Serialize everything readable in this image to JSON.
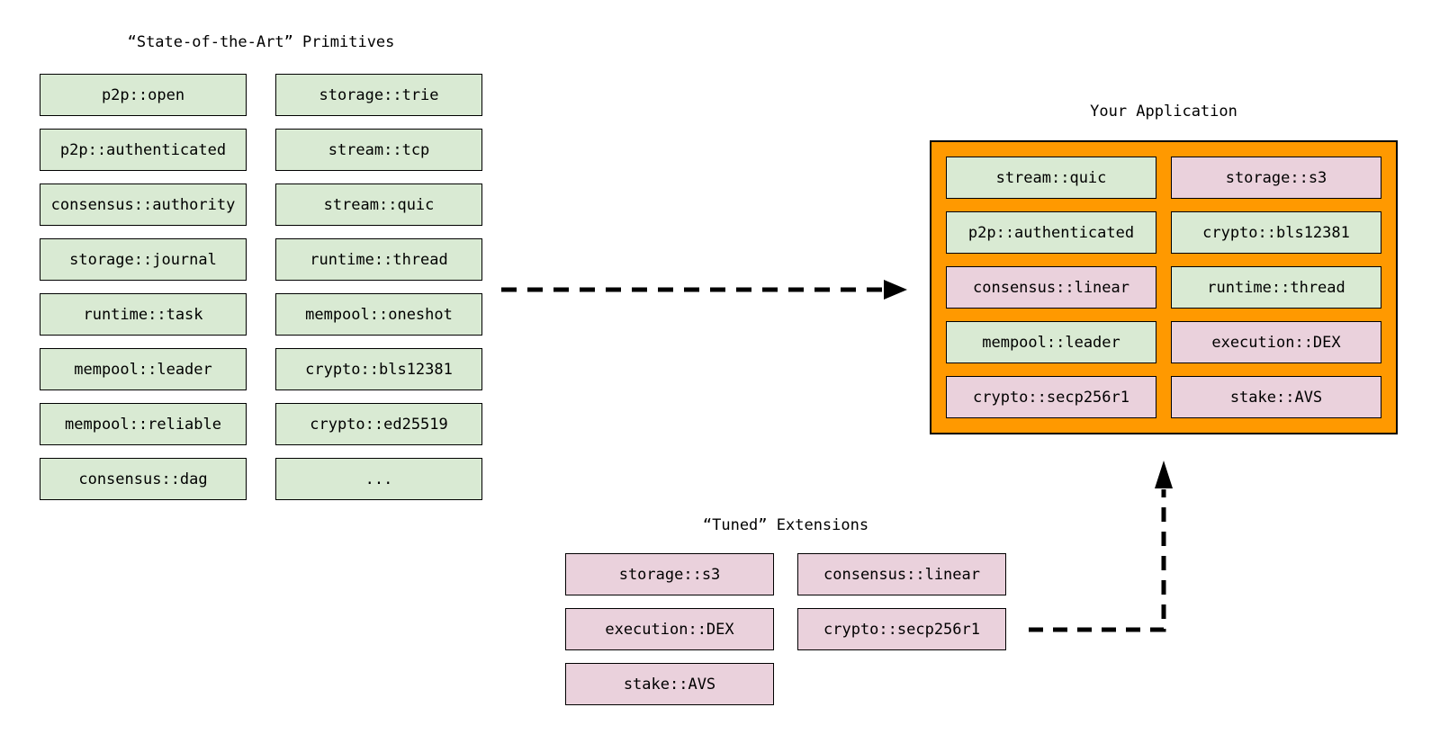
{
  "colors": {
    "green": "#d9ead3",
    "pink": "#ead1dc",
    "orange": "#ff9900",
    "line": "#000000"
  },
  "primitives": {
    "title": "“State-of-the-Art” Primitives",
    "col1": [
      "p2p::open",
      "p2p::authenticated",
      "consensus::authority",
      "storage::journal",
      "runtime::task",
      "mempool::leader",
      "mempool::reliable",
      "consensus::dag"
    ],
    "col2": [
      "storage::trie",
      "stream::tcp",
      "stream::quic",
      "runtime::thread",
      "mempool::oneshot",
      "crypto::bls12381",
      "crypto::ed25519",
      "..."
    ]
  },
  "application": {
    "title": "Your Application",
    "col1": [
      {
        "label": "stream::quic",
        "tone": "green"
      },
      {
        "label": "p2p::authenticated",
        "tone": "green"
      },
      {
        "label": "consensus::linear",
        "tone": "pink"
      },
      {
        "label": "mempool::leader",
        "tone": "green"
      },
      {
        "label": "crypto::secp256r1",
        "tone": "pink"
      }
    ],
    "col2": [
      {
        "label": "storage::s3",
        "tone": "pink"
      },
      {
        "label": "crypto::bls12381",
        "tone": "green"
      },
      {
        "label": "runtime::thread",
        "tone": "green"
      },
      {
        "label": "execution::DEX",
        "tone": "pink"
      },
      {
        "label": "stake::AVS",
        "tone": "pink"
      }
    ]
  },
  "extensions": {
    "title": "“Tuned” Extensions",
    "col1": [
      "storage::s3",
      "execution::DEX",
      "stake::AVS"
    ],
    "col2": [
      "consensus::linear",
      "crypto::secp256r1"
    ]
  }
}
